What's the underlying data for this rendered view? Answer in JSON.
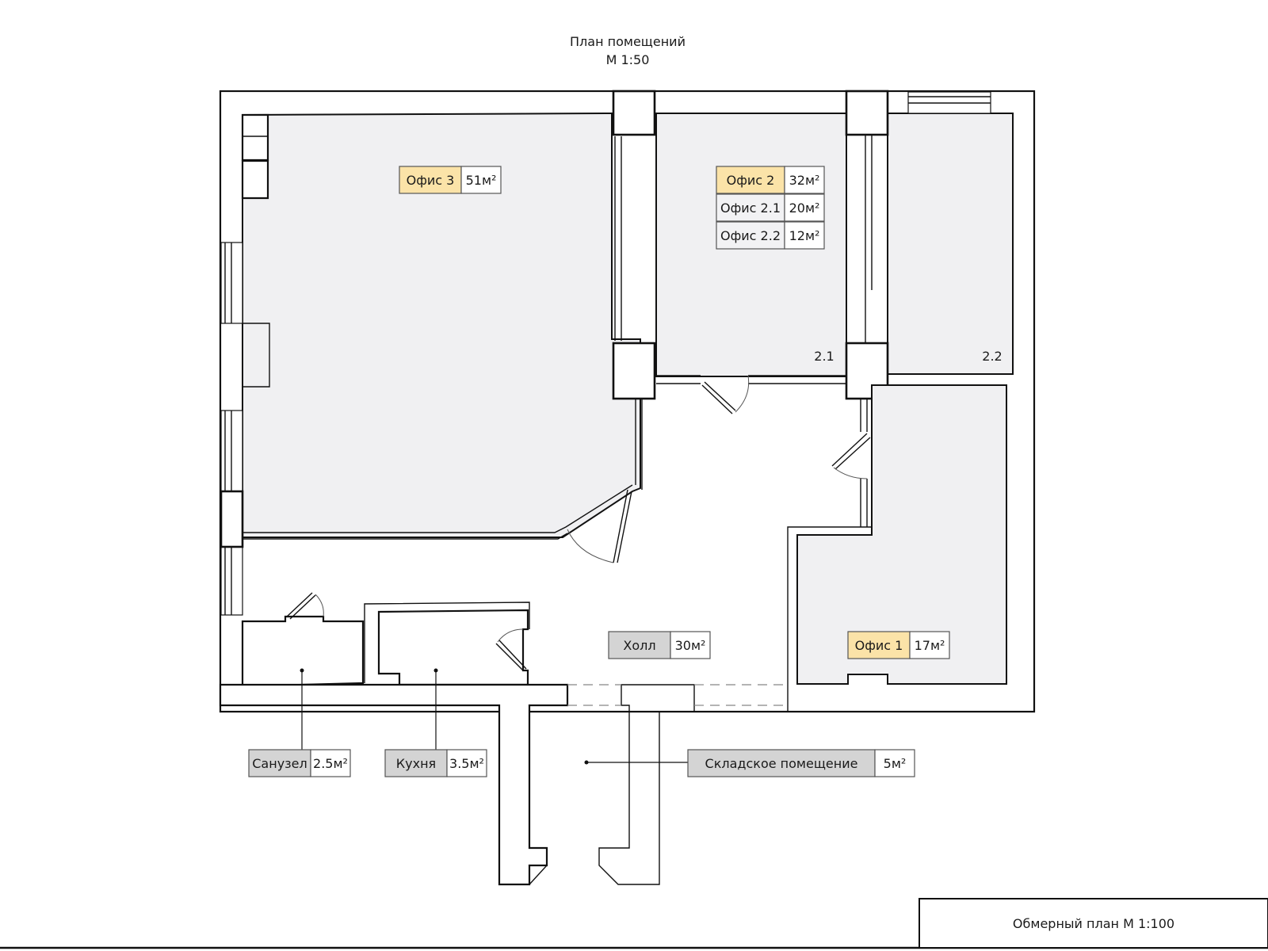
{
  "plan": {
    "title": "План помещений",
    "scale": "М 1:50",
    "stamp": "Обмерный план М 1:100",
    "zone_labels": {
      "z21": "2.1",
      "z22": "2.2"
    },
    "colors": {
      "office_tag": "#fbe3a8",
      "gray_tag": "#d4d4d4",
      "light_tag": "#f2f2f4",
      "room_fill": "#f0f0f2"
    }
  },
  "rooms": {
    "office3": {
      "name": "Офис 3",
      "area": "51м²"
    },
    "office2": {
      "name": "Офис 2",
      "area": "32м²"
    },
    "office21": {
      "name": "Офис 2.1",
      "area": "20м²"
    },
    "office22": {
      "name": "Офис 2.2",
      "area": "12м²"
    },
    "hall": {
      "name": "Холл",
      "area": "30м²"
    },
    "office1": {
      "name": "Офис 1",
      "area": "17м²"
    },
    "wc": {
      "name": "Санузел",
      "area": "2.5м²"
    },
    "kitchen": {
      "name": "Кухня",
      "area": "3.5м²"
    },
    "storage": {
      "name": "Складское помещение",
      "area": "5м²"
    }
  }
}
